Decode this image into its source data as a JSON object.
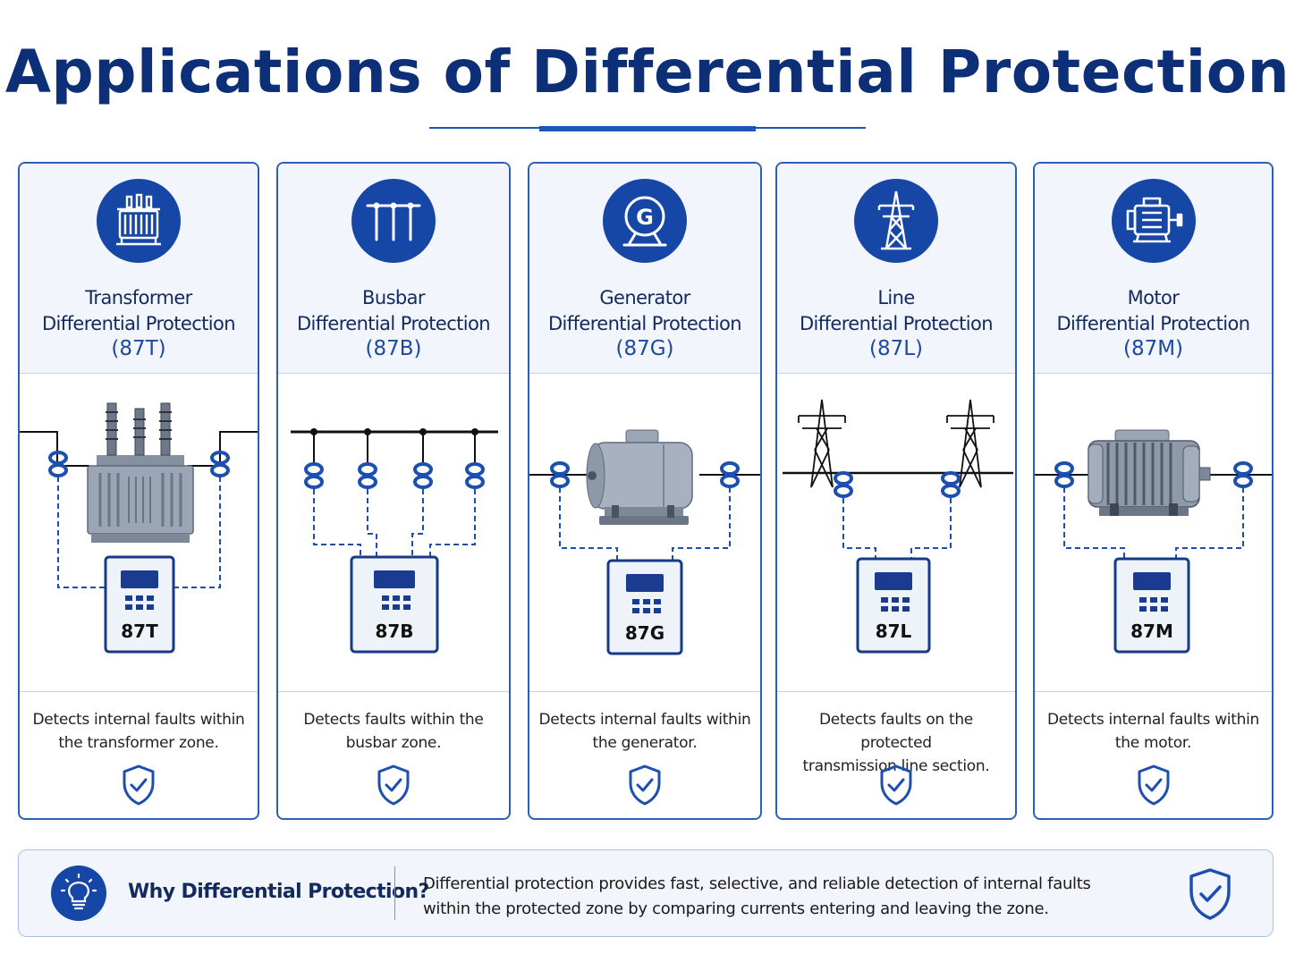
{
  "title": "Applications of Differential Protection",
  "colors": {
    "primary": "#1747a6",
    "dark": "#0d2f78",
    "border": "#2c5fb8"
  },
  "cards": [
    {
      "name": "Transformer",
      "subtitle": "Differential Protection",
      "code": "(87T)",
      "relay": "87T",
      "description_line1": "Detects internal faults within",
      "description_line2": "the transformer zone.",
      "icon": "transformer-icon"
    },
    {
      "name": "Busbar",
      "subtitle": "Differential Protection",
      "code": "(87B)",
      "relay": "87B",
      "description_line1": "Detects faults within the",
      "description_line2": "busbar zone.",
      "icon": "busbar-icon"
    },
    {
      "name": "Generator",
      "subtitle": "Differential Protection",
      "code": "(87G)",
      "relay": "87G",
      "description_line1": "Detects internal faults within",
      "description_line2": "the generator.",
      "icon": "generator-icon"
    },
    {
      "name": "Line",
      "subtitle": "Differential Protection",
      "code": "(87L)",
      "relay": "87L",
      "description_line1": "Detects faults on the protected",
      "description_line2": "transmission line section.",
      "icon": "transmission-tower-icon"
    },
    {
      "name": "Motor",
      "subtitle": "Differential Protection",
      "code": "(87M)",
      "relay": "87M",
      "description_line1": "Detects internal faults within",
      "description_line2": "the motor.",
      "icon": "motor-icon"
    }
  ],
  "bottom": {
    "heading": "Why Differential Protection?",
    "text_line1": "Differential protection provides fast, selective, and reliable detection of internal faults",
    "text_line2": "within the protected zone by comparing currents entering and leaving the zone.",
    "icon": "lightbulb-icon"
  }
}
